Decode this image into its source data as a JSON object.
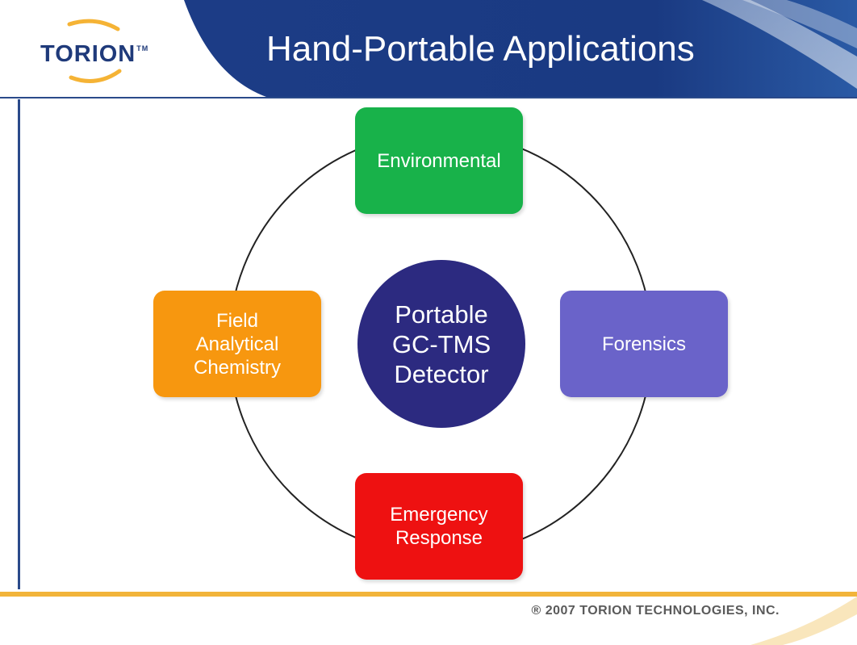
{
  "header": {
    "logo_text": "TORION",
    "logo_tm": "TM",
    "title": "Hand-Portable Applications"
  },
  "diagram": {
    "center": "Portable\nGC-TMS\nDetector",
    "nodes": {
      "top": "Environmental",
      "right": "Forensics",
      "bottom": "Emergency\nResponse",
      "left": "Field\nAnalytical\nChemistry"
    },
    "colors": {
      "environmental": "#18b24a",
      "forensics": "#6a63c9",
      "emergency": "#ee1111",
      "field": "#f7970f",
      "center": "#2c2a80",
      "header_blue": "#1f3a7a",
      "accent_gold": "#f2b43a"
    }
  },
  "footer": {
    "copyright": "® 2007 TORION TECHNOLOGIES, INC."
  }
}
